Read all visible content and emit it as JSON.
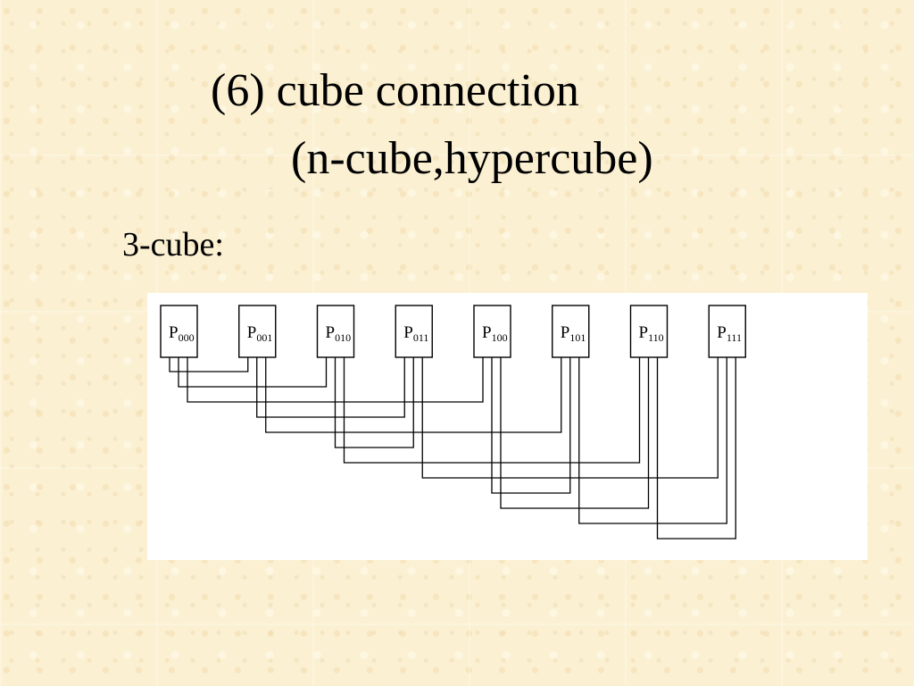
{
  "title": {
    "line1": "(6) cube connection",
    "line2": "(n-cube,hypercube)"
  },
  "label": "3-cube:",
  "diagram": {
    "nodes": [
      {
        "id": "000",
        "letter": "P",
        "sub": "000"
      },
      {
        "id": "001",
        "letter": "P",
        "sub": "001"
      },
      {
        "id": "010",
        "letter": "P",
        "sub": "010"
      },
      {
        "id": "011",
        "letter": "P",
        "sub": "011"
      },
      {
        "id": "100",
        "letter": "P",
        "sub": "100"
      },
      {
        "id": "101",
        "letter": "P",
        "sub": "101"
      },
      {
        "id": "110",
        "letter": "P",
        "sub": "110"
      },
      {
        "id": "111",
        "letter": "P",
        "sub": "111"
      }
    ],
    "links": [
      {
        "from": 0,
        "to": 1
      },
      {
        "from": 0,
        "to": 2
      },
      {
        "from": 0,
        "to": 4
      },
      {
        "from": 1,
        "to": 3
      },
      {
        "from": 1,
        "to": 5
      },
      {
        "from": 2,
        "to": 3
      },
      {
        "from": 2,
        "to": 6
      },
      {
        "from": 3,
        "to": 7
      },
      {
        "from": 4,
        "to": 5
      },
      {
        "from": 4,
        "to": 6
      },
      {
        "from": 5,
        "to": 7
      },
      {
        "from": 6,
        "to": 7
      }
    ]
  }
}
